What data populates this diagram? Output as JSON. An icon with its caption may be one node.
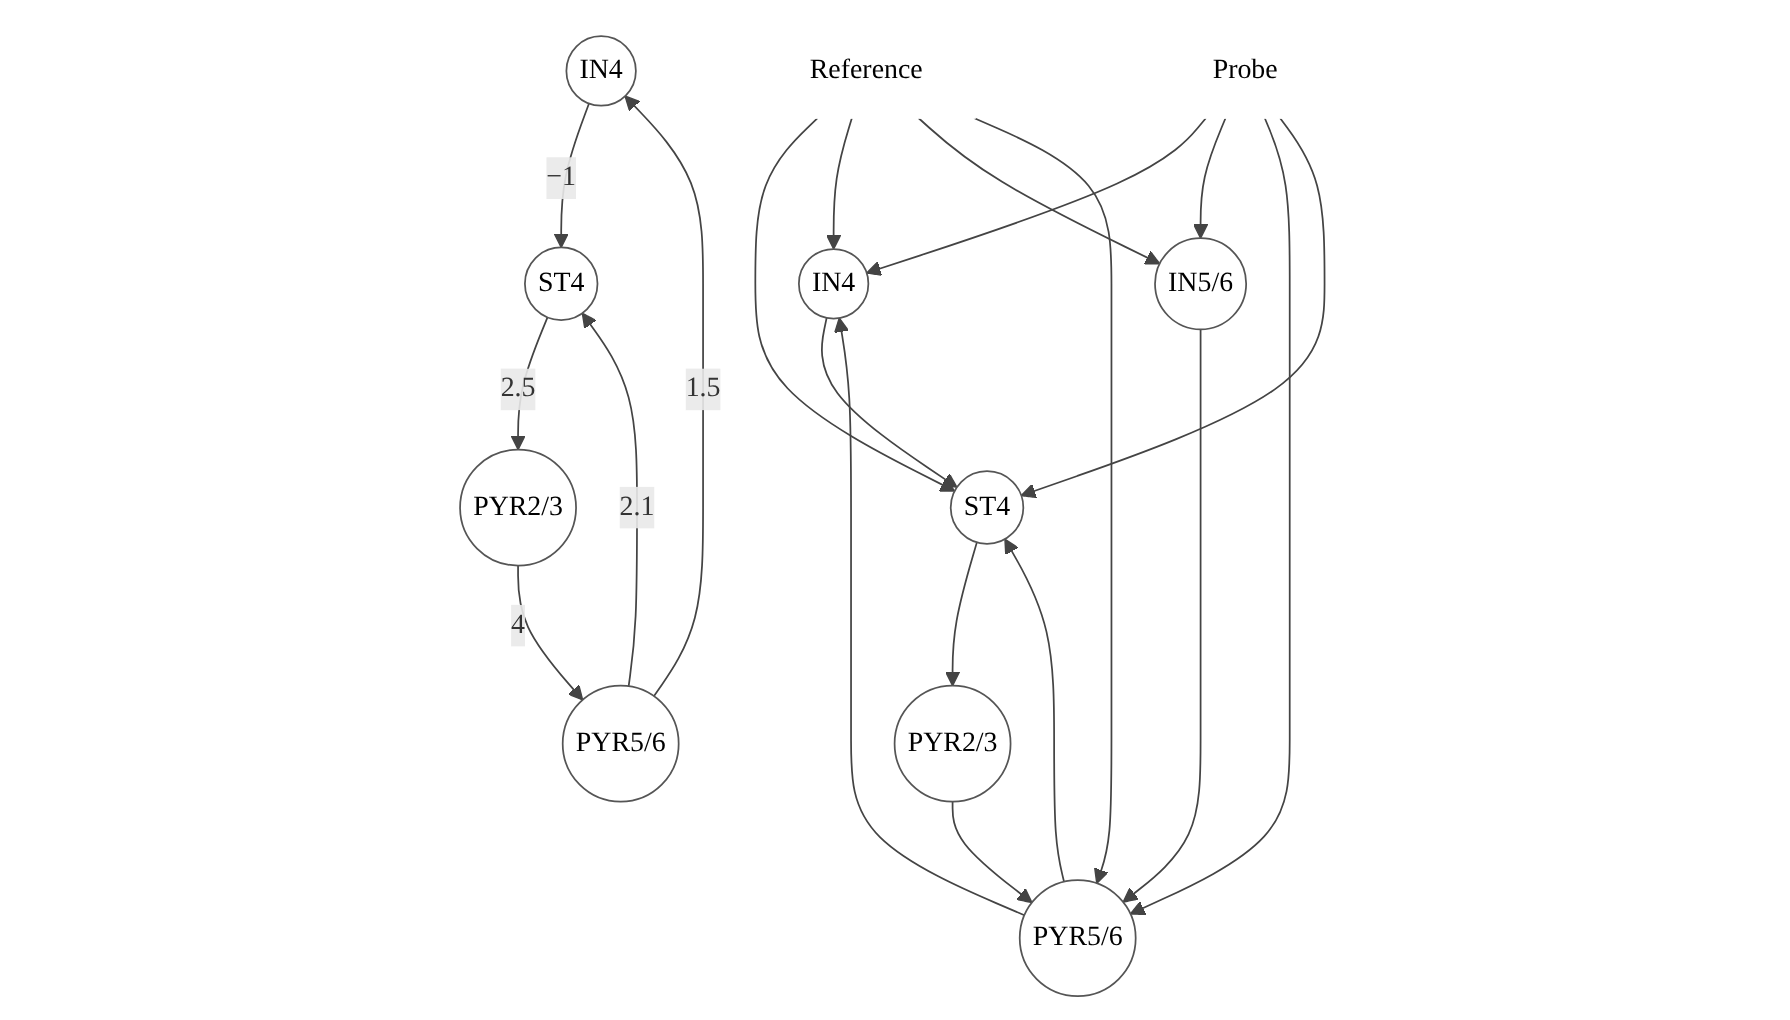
{
  "diagram": {
    "nodes": [
      {
        "text": [
          "IN4"
        ]
      },
      {
        "text": [
          "ST4"
        ]
      },
      {
        "text": [
          "PYR2/3"
        ]
      },
      {
        "text": [
          "PYR5/6"
        ]
      },
      {
        "text": [
          "IN4"
        ]
      },
      {
        "text": [
          "ST4"
        ]
      },
      {
        "text": [
          "PYR2/3"
        ]
      },
      {
        "text": [
          "IN5/6"
        ]
      },
      {
        "text": [
          "PYR5/6"
        ]
      },
      {
        "text": [
          "Reference"
        ]
      },
      {
        "text": [
          "Probe"
        ]
      }
    ],
    "edges": [
      {
        "from": 0,
        "to": 1,
        "arrow": "to",
        "label": "−1"
      },
      {
        "from": 1,
        "to": 2,
        "arrow": "to",
        "label": "2.5"
      },
      {
        "from": 2,
        "to": 3,
        "arrow": "to",
        "label": "4"
      },
      {
        "from": 3,
        "to": 0,
        "arrow": "to",
        "label": "1.5"
      },
      {
        "from": 3,
        "to": 1,
        "arrow": "to",
        "label": "2.1"
      },
      {
        "from": 4,
        "to": 5,
        "arrow": "to"
      },
      {
        "from": 5,
        "to": 6,
        "arrow": "to"
      },
      {
        "from": 6,
        "to": 8,
        "arrow": "to"
      },
      {
        "from": 8,
        "to": 4,
        "arrow": "to"
      },
      {
        "from": 8,
        "to": 5,
        "arrow": "to"
      },
      {
        "from": 7,
        "to": 8,
        "arrow": "to"
      },
      {
        "from": 9,
        "to": 5,
        "arrow": "to"
      },
      {
        "from": 9,
        "to": 4,
        "arrow": "to"
      },
      {
        "from": 9,
        "to": 7,
        "arrow": "to"
      },
      {
        "from": 9,
        "to": 8,
        "arrow": "to"
      },
      {
        "from": 10,
        "to": 4,
        "arrow": "to"
      },
      {
        "from": 10,
        "to": 7,
        "arrow": "to"
      },
      {
        "from": 10,
        "to": 8,
        "arrow": "to"
      },
      {
        "from": 10,
        "to": 5,
        "arrow": "to"
      }
    ]
  }
}
